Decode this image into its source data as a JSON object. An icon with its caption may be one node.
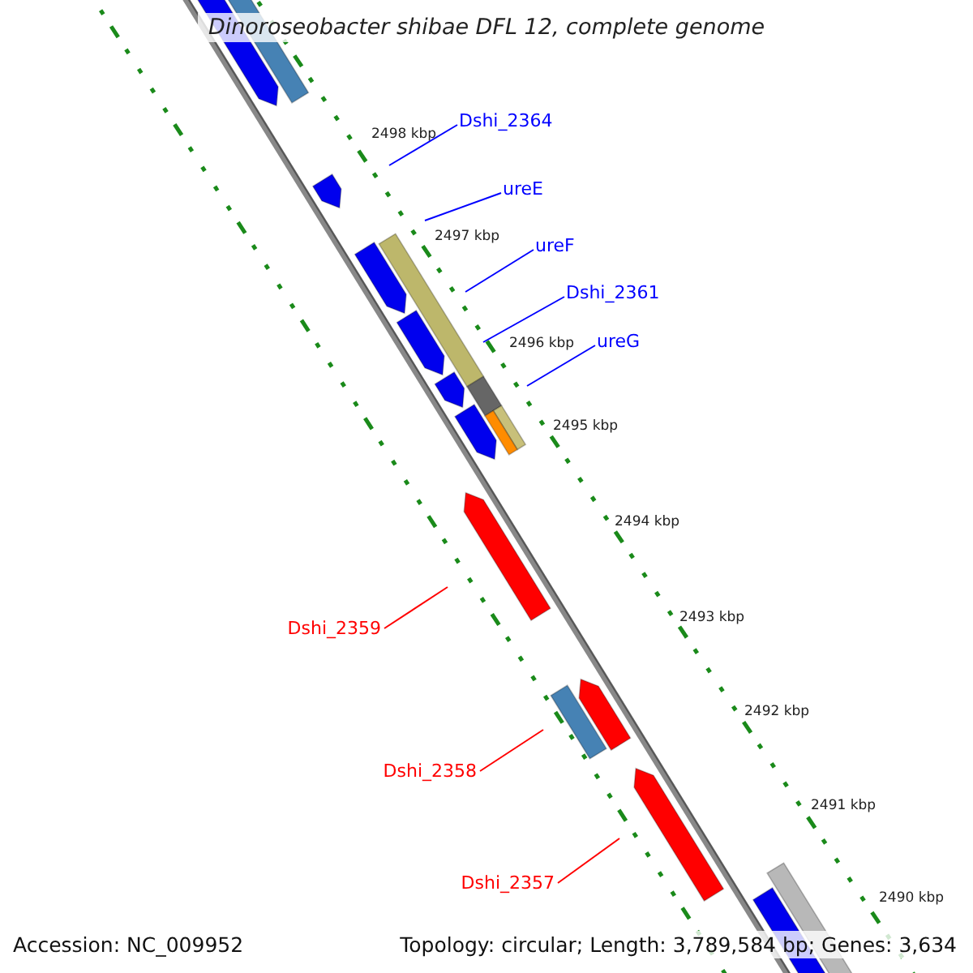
{
  "diagram": {
    "title": "Dinoroseobacter shibae DFL 12, complete genome",
    "nodes": [
      {
        "text": [
          "Dshi_2364"
        ]
      },
      {
        "text": [
          "ureE"
        ]
      },
      {
        "text": [
          "ureF"
        ]
      },
      {
        "text": [
          "Dshi_2361"
        ]
      },
      {
        "text": [
          "ureG"
        ]
      },
      {
        "text": [
          "Dshi_2359"
        ]
      },
      {
        "text": [
          "Dshi_2358"
        ]
      },
      {
        "text": [
          "Dshi_2357"
        ]
      }
    ],
    "edges": [
      {
        "from": 0,
        "to": null,
        "arrow": "none"
      },
      {
        "from": 1,
        "to": null,
        "arrow": "none"
      },
      {
        "from": 2,
        "to": null,
        "arrow": "none"
      },
      {
        "from": 3,
        "to": null,
        "arrow": "none"
      },
      {
        "from": 4,
        "to": null,
        "arrow": "none"
      },
      {
        "from": 5,
        "to": null,
        "arrow": "none",
        "color": "#ff0000"
      },
      {
        "from": 6,
        "to": null,
        "arrow": "none",
        "color": "#ff0000"
      },
      {
        "from": 7,
        "to": null,
        "arrow": "none",
        "color": "#ff0000"
      }
    ],
    "labels": [
      "2498 kbp",
      "2497 kbp",
      "2496 kbp",
      "2495 kbp",
      "2494 kbp",
      "2493 kbp",
      "2492 kbp",
      "2491 kbp",
      "2490 kbp",
      "Accession: NC_009952",
      "Topology: circular; Length: 3,789,584 bp; Genes: 3,634"
    ]
  }
}
